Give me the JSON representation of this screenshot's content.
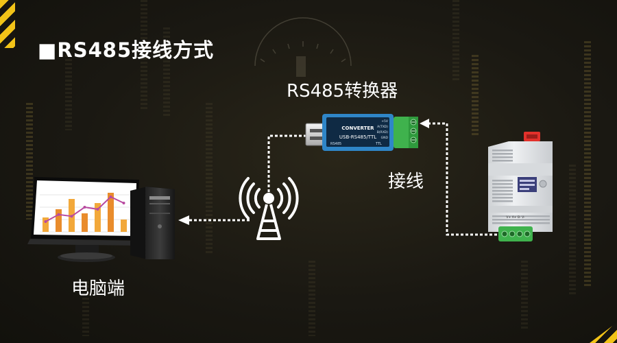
{
  "title": "■RS485接线方式",
  "labels": {
    "converter": "RS485转换器",
    "wiring": "接线",
    "pc": "电脑端"
  },
  "colors": {
    "hazard": "#f2c318",
    "converter_body": "#2f86c8",
    "terminal": "#3fb24d",
    "sensor_body": "#e4e6e8",
    "sensor_cap": "#e2312b",
    "chart_bar": "#f2a83a",
    "chart_line": "#b84aa0",
    "link": "#ffffff"
  },
  "converter_text": {
    "brand": "CONVERTER",
    "model": "USB-RS485/TTL",
    "pins": [
      "+5V",
      "A(TXD)",
      "B(RXD)",
      "GND"
    ],
    "small_marks": [
      "RS485",
      "TTL"
    ]
  },
  "sensor_terminal_text": "V+ A+ B- V-",
  "monitor_chart": {
    "bars": [
      0.35,
      0.55,
      0.8,
      0.45,
      0.7,
      0.95,
      0.3
    ],
    "line": [
      0.25,
      0.42,
      0.38,
      0.6,
      0.55,
      0.85,
      0.7
    ]
  },
  "icons": [
    "wifi-antenna-icon",
    "arrow-left-icon",
    "arrow-right-icon"
  ]
}
